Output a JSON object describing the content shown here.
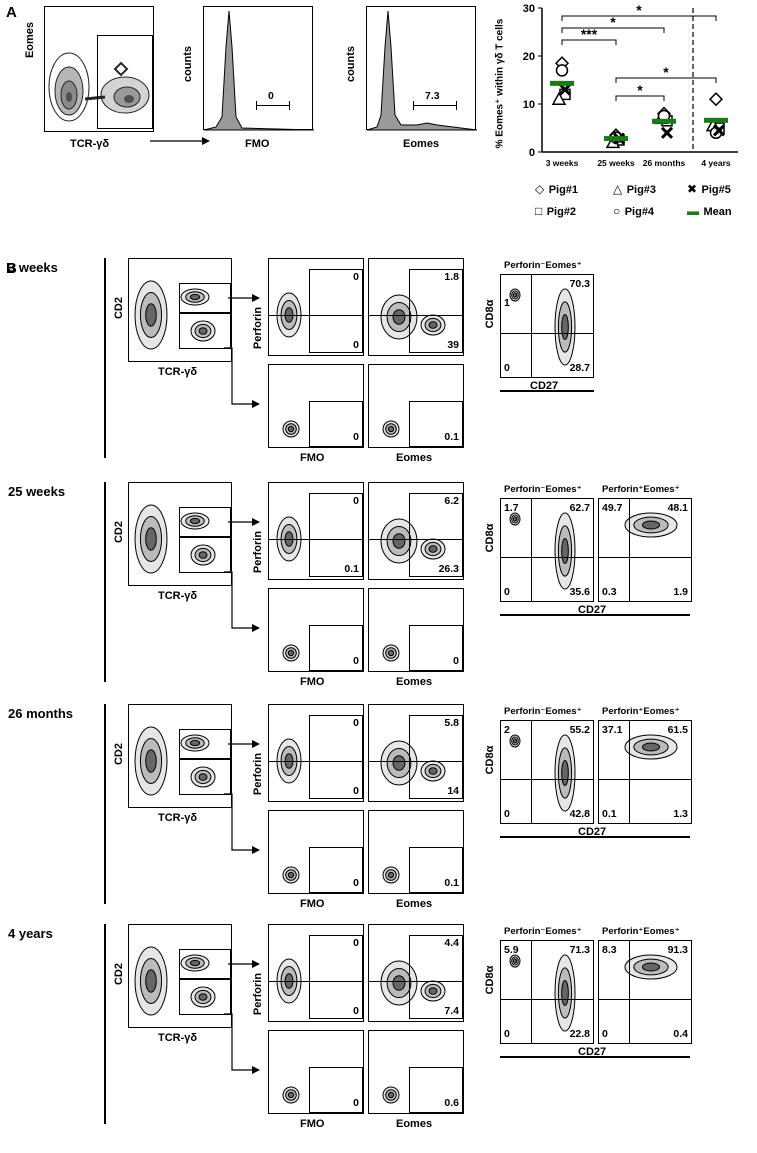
{
  "panels": {
    "A": "A",
    "B": "B"
  },
  "panelA": {
    "dotplot": {
      "ylabel": "Eomes",
      "xlabel": "TCR-γδ"
    },
    "hist1": {
      "ylabel": "counts",
      "xlabel": "FMO",
      "gate_value": "0"
    },
    "hist2": {
      "ylabel": "counts",
      "xlabel": "Eomes",
      "gate_value": "7.3"
    },
    "significance": [
      "*",
      "*",
      "***",
      "*",
      "*"
    ]
  },
  "chart_data": {
    "type": "scatter",
    "ylabel": "% Eomes⁺ within γδ T cells",
    "ylim": [
      0,
      30
    ],
    "yticks": [
      "0",
      "10",
      "20",
      "30"
    ],
    "categories": [
      "3 weeks",
      "25 weeks",
      "26 months",
      "4 years"
    ],
    "series": [
      {
        "name": "Pig#1",
        "marker": "diamond",
        "values": [
          18.5,
          3.5,
          8,
          11
        ]
      },
      {
        "name": "Pig#2",
        "marker": "square",
        "values": [
          12,
          2.5,
          6.5,
          5
        ]
      },
      {
        "name": "Pig#3",
        "marker": "triangle",
        "values": [
          11,
          2,
          7,
          5.5
        ]
      },
      {
        "name": "Pig#4",
        "marker": "circle",
        "values": [
          17,
          3,
          7.5,
          4
        ]
      },
      {
        "name": "Pig#5",
        "marker": "cross",
        "values": [
          13,
          2.8,
          4,
          4.5
        ]
      },
      {
        "name": "Mean",
        "marker": "bar",
        "values": [
          14.3,
          2.8,
          6.4,
          6.6
        ]
      }
    ],
    "mean_color": "#1a7a1a"
  },
  "legend": [
    {
      "marker": "◇",
      "label": "Pig#1"
    },
    {
      "marker": "△",
      "label": "Pig#3"
    },
    {
      "marker": "✖",
      "label": "Pig#5"
    },
    {
      "marker": "□",
      "label": "Pig#2"
    },
    {
      "marker": "○",
      "label": "Pig#4"
    },
    {
      "marker": "▬",
      "label": "Mean"
    }
  ],
  "panelB": {
    "axis": {
      "cd2": "CD2",
      "tcr": "TCR-γδ",
      "perforin": "Perforin",
      "fmo": "FMO",
      "eomes": "Eomes",
      "cd8a": "CD8α",
      "cd27": "CD27"
    },
    "subset_neg": "Perforin⁻Eomes⁺",
    "subset_pos": "Perforin⁺Eomes⁺",
    "rows": [
      {
        "age": "3 weeks",
        "fmo_top": "0",
        "fmo_bot": "0",
        "eomes_top": "1.8",
        "eomes_bot": "39",
        "fmo2": "0",
        "eomes2": "0.1",
        "neg": {
          "tl": "",
          "tr": "70.3",
          "bl": "0",
          "br": "28.7",
          "tl2": "1"
        },
        "pos": null
      },
      {
        "age": "25 weeks",
        "fmo_top": "0",
        "fmo_bot": "0.1",
        "eomes_top": "6.2",
        "eomes_bot": "26.3",
        "fmo2": "0",
        "eomes2": "0",
        "neg": {
          "tl": "1.7",
          "tr": "62.7",
          "bl": "0",
          "br": "35.6"
        },
        "pos": {
          "tl": "49.7",
          "tr": "48.1",
          "bl": "0.3",
          "br": "1.9"
        }
      },
      {
        "age": "26 months",
        "fmo_top": "0",
        "fmo_bot": "0",
        "eomes_top": "5.8",
        "eomes_bot": "14",
        "fmo2": "0",
        "eomes2": "0.1",
        "neg": {
          "tl": "2",
          "tr": "55.2",
          "bl": "0",
          "br": "42.8"
        },
        "pos": {
          "tl": "37.1",
          "tr": "61.5",
          "bl": "0.1",
          "br": "1.3"
        }
      },
      {
        "age": "4 years",
        "fmo_top": "0",
        "fmo_bot": "0",
        "eomes_top": "4.4",
        "eomes_bot": "7.4",
        "fmo2": "0",
        "eomes2": "0.6",
        "neg": {
          "tl": "5.9",
          "tr": "71.3",
          "bl": "0",
          "br": "22.8"
        },
        "pos": {
          "tl": "8.3",
          "tr": "91.3",
          "bl": "0",
          "br": "0.4"
        }
      }
    ]
  }
}
